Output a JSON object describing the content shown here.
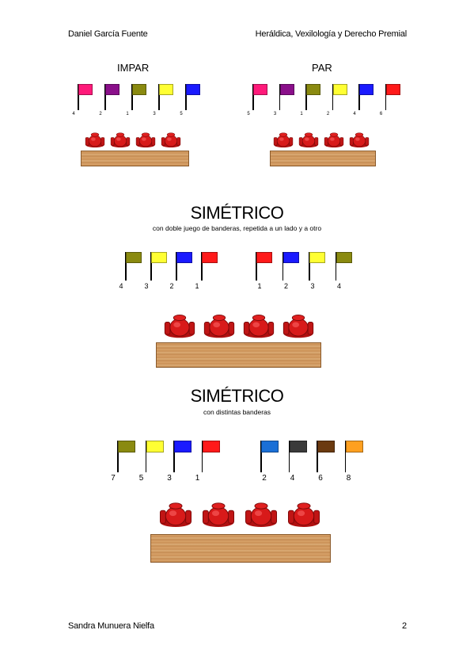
{
  "header": {
    "left": "Daniel García Fuente",
    "right": "Heráldica, Vexilología y Derecho Premial"
  },
  "footer": {
    "left": "Sandra Munuera Nielfa",
    "page": "2"
  },
  "section1": {
    "left_title": "IMPAR",
    "right_title": "PAR",
    "left_flags": [
      {
        "num": "4",
        "color": "#ff1a7a"
      },
      {
        "num": "2",
        "color": "#8a0f8a"
      },
      {
        "num": "1",
        "color": "#8a8a10"
      },
      {
        "num": "3",
        "color": "#ffff33"
      },
      {
        "num": "5",
        "color": "#1a1aff"
      }
    ],
    "right_flags": [
      {
        "num": "5",
        "color": "#ff1a7a"
      },
      {
        "num": "3",
        "color": "#8a0f8a"
      },
      {
        "num": "1",
        "color": "#8a8a10"
      },
      {
        "num": "2",
        "color": "#ffff33"
      },
      {
        "num": "4",
        "color": "#1a1aff"
      },
      {
        "num": "6",
        "color": "#ff1a1a"
      }
    ]
  },
  "section2": {
    "title": "SIMÉTRICO",
    "subtitle": "con doble juego de banderas, repetida a un lado y a otro",
    "left_flags": [
      {
        "num": "4",
        "color": "#8a8a10"
      },
      {
        "num": "3",
        "color": "#ffff33"
      },
      {
        "num": "2",
        "color": "#1a1aff"
      },
      {
        "num": "1",
        "color": "#ff1a1a"
      }
    ],
    "right_flags": [
      {
        "num": "1",
        "color": "#ff1a1a"
      },
      {
        "num": "2",
        "color": "#1a1aff"
      },
      {
        "num": "3",
        "color": "#ffff33"
      },
      {
        "num": "4",
        "color": "#8a8a10"
      }
    ]
  },
  "section3": {
    "title": "SIMÉTRICO",
    "subtitle": "con distintas banderas",
    "left_flags": [
      {
        "num": "7",
        "color": "#8a8a10"
      },
      {
        "num": "5",
        "color": "#ffff33"
      },
      {
        "num": "3",
        "color": "#1a1aff"
      },
      {
        "num": "1",
        "color": "#ff1a1a"
      }
    ],
    "right_flags": [
      {
        "num": "2",
        "color": "#1a6fd6"
      },
      {
        "num": "4",
        "color": "#3a3a3a"
      },
      {
        "num": "6",
        "color": "#6b3a10"
      },
      {
        "num": "8",
        "color": "#ffa020"
      }
    ]
  }
}
